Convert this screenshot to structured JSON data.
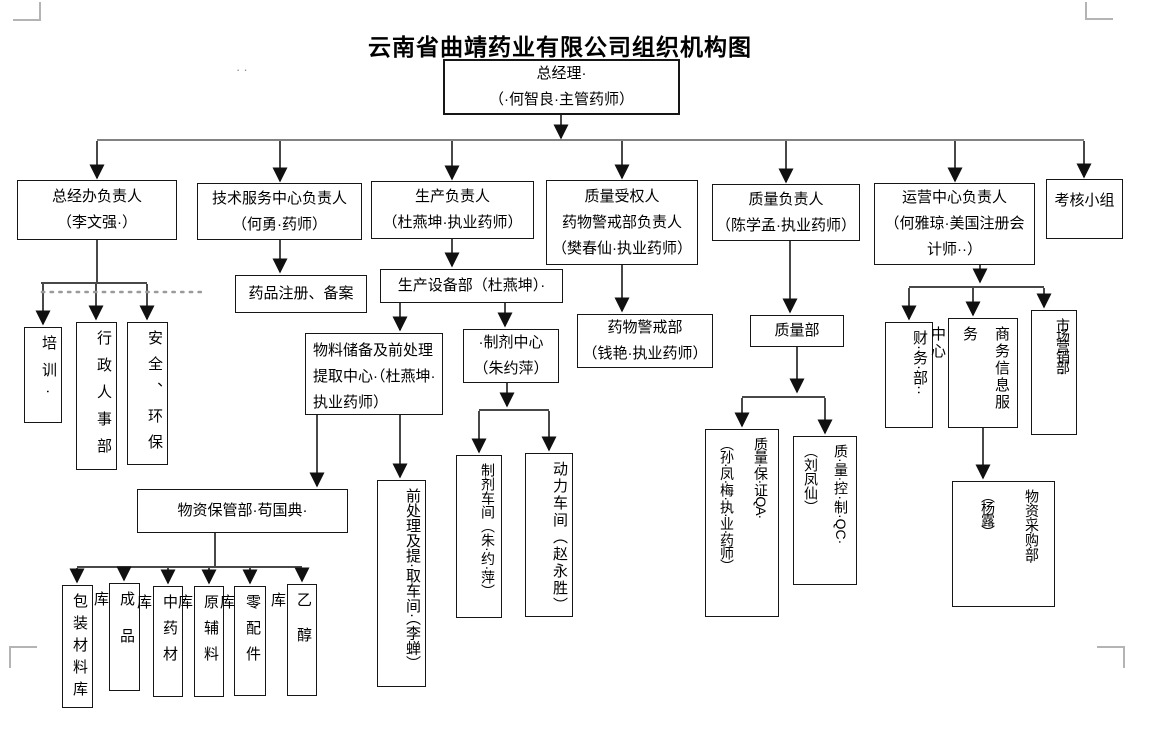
{
  "title": "云南省曲靖药业有限公司组织机构图",
  "stray_marks": "··",
  "nodes": {
    "gm": {
      "label": "总经理·\n（·何智良·主管药师）"
    },
    "zjb": {
      "label": "总经办负责人\n（李文强·）"
    },
    "jsfw": {
      "label": "技术服务中心负责人\n（何勇·药师）"
    },
    "sc": {
      "label": "生产负责人\n（杜燕坤·执业药师）"
    },
    "zlsq": {
      "label": "质量受权人\n药物警戒部负责人\n（樊春仙·执业药师）"
    },
    "zlfz": {
      "label": "质量负责人\n（陈学孟·执业药师）"
    },
    "yy": {
      "label": "运营中心负责人\n（何雅琼·美国注册会\n计师··）"
    },
    "kh": {
      "label": "考核小组"
    },
    "ypzc": {
      "label": "药品注册、备案"
    },
    "scsb": {
      "label": "生产设备部（杜燕坤）·"
    },
    "wlcb": {
      "label": "物料储备及前处理\n提取中心·（杜燕坤·\n执业药师）"
    },
    "zjzx": {
      "label": "·制剂中心\n（朱约萍）"
    },
    "ywjj": {
      "label": "药物警戒部\n（钱艳·执业药师）"
    },
    "zlb": {
      "label": "质量部"
    },
    "wzbg": {
      "label": "物资保管部·苟国典·"
    },
    "px": {
      "label": "培训·"
    },
    "xzrs": {
      "label": "行政人事部"
    },
    "aqhb": {
      "label": "安全、环保"
    },
    "cwb": {
      "label": "财·务·部··"
    },
    "swfw": {
      "label": "商务信息服务\n中心"
    },
    "scyx": {
      "label": "市·场·营·销·部··"
    },
    "qcl": {
      "label": "前处理及提·取车间·（李蝉）"
    },
    "zjcj": {
      "label": "制剂车间（朱·约·萍）"
    },
    "dlcj": {
      "label": "动力车间（赵永胜）"
    },
    "zlbz": {
      "label": "质量·保·证QA·\n（孙·凤·梅·执·业·药师）"
    },
    "zlkz": {
      "label": "质·量·控·制·QC·\n（刘凤仙）"
    },
    "wzcg": {
      "label": "物·资·采·购·部·\n（杨露）"
    },
    "bzcl": {
      "label": "包装材料库"
    },
    "cpk": {
      "label": "成品库"
    },
    "zyck": {
      "label": "中药材库"
    },
    "yflk": {
      "label": "原辅料库"
    },
    "lpjk": {
      "label": "零配件库"
    },
    "yck": {
      "label": "乙醇库"
    }
  }
}
